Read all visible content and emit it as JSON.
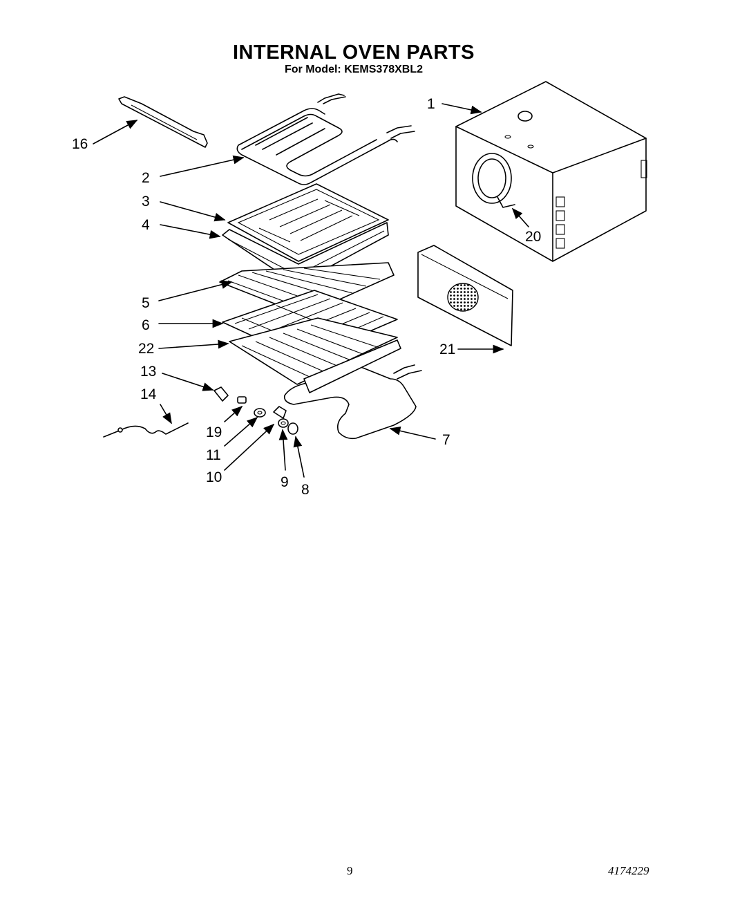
{
  "title": "INTERNAL OVEN PARTS",
  "subtitle": "For Model: KEMS378XBL2",
  "part_labels": {
    "p1": "1",
    "p2": "2",
    "p3": "3",
    "p4": "4",
    "p5": "5",
    "p6": "6",
    "p7": "7",
    "p8": "8",
    "p9": "9",
    "p10": "10",
    "p11": "11",
    "p13": "13",
    "p14": "14",
    "p16": "16",
    "p19": "19",
    "p20": "20",
    "p21": "21",
    "p22": "22"
  },
  "footer": {
    "page_number": "9",
    "doc_number": "4174229"
  }
}
